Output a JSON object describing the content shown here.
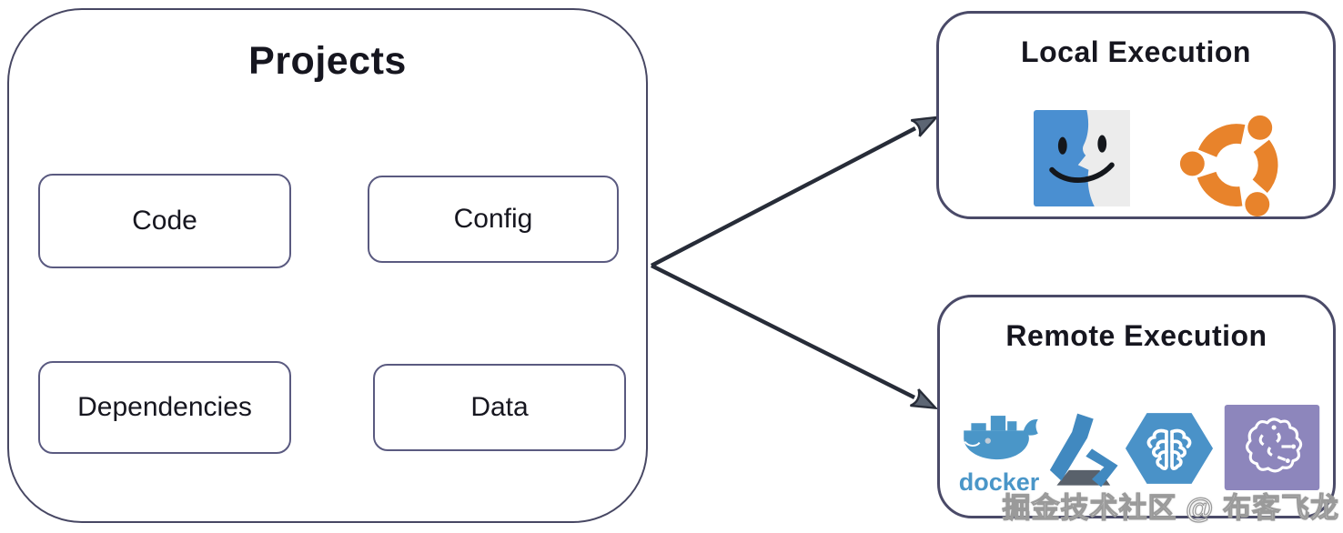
{
  "projects": {
    "title": "Projects",
    "items": [
      {
        "label": "Code"
      },
      {
        "label": "Config"
      },
      {
        "label": "Dependencies"
      },
      {
        "label": "Data"
      }
    ]
  },
  "local_execution": {
    "title": "Local Execution",
    "icons": [
      {
        "name": "macos-finder-icon"
      },
      {
        "name": "ubuntu-logo-icon"
      }
    ]
  },
  "remote_execution": {
    "title": "Remote Execution",
    "docker_wordmark": "docker",
    "icons": [
      {
        "name": "docker-logo-icon"
      },
      {
        "name": "azure-ml-flask-icon"
      },
      {
        "name": "cloud-ml-brain-hexagon-icon"
      },
      {
        "name": "ml-brain-purple-icon"
      }
    ]
  },
  "watermark": "掘金技术社区 @ 布客飞龙",
  "colors": {
    "box_border": "#4a4a68",
    "inner_box_border": "#5a5a80",
    "text": "#16161f",
    "arrow": "#272c38",
    "arrowhead_fill": "#5c6573",
    "finder_blue": "#4a8fd1",
    "ubuntu_orange": "#e8832b",
    "docker_blue": "#4a96c8",
    "flask_blue": "#4189c0",
    "flask_base_gray": "#59616b",
    "hexagon_blue": "#4a92c8",
    "purple": "#8d86bc"
  }
}
